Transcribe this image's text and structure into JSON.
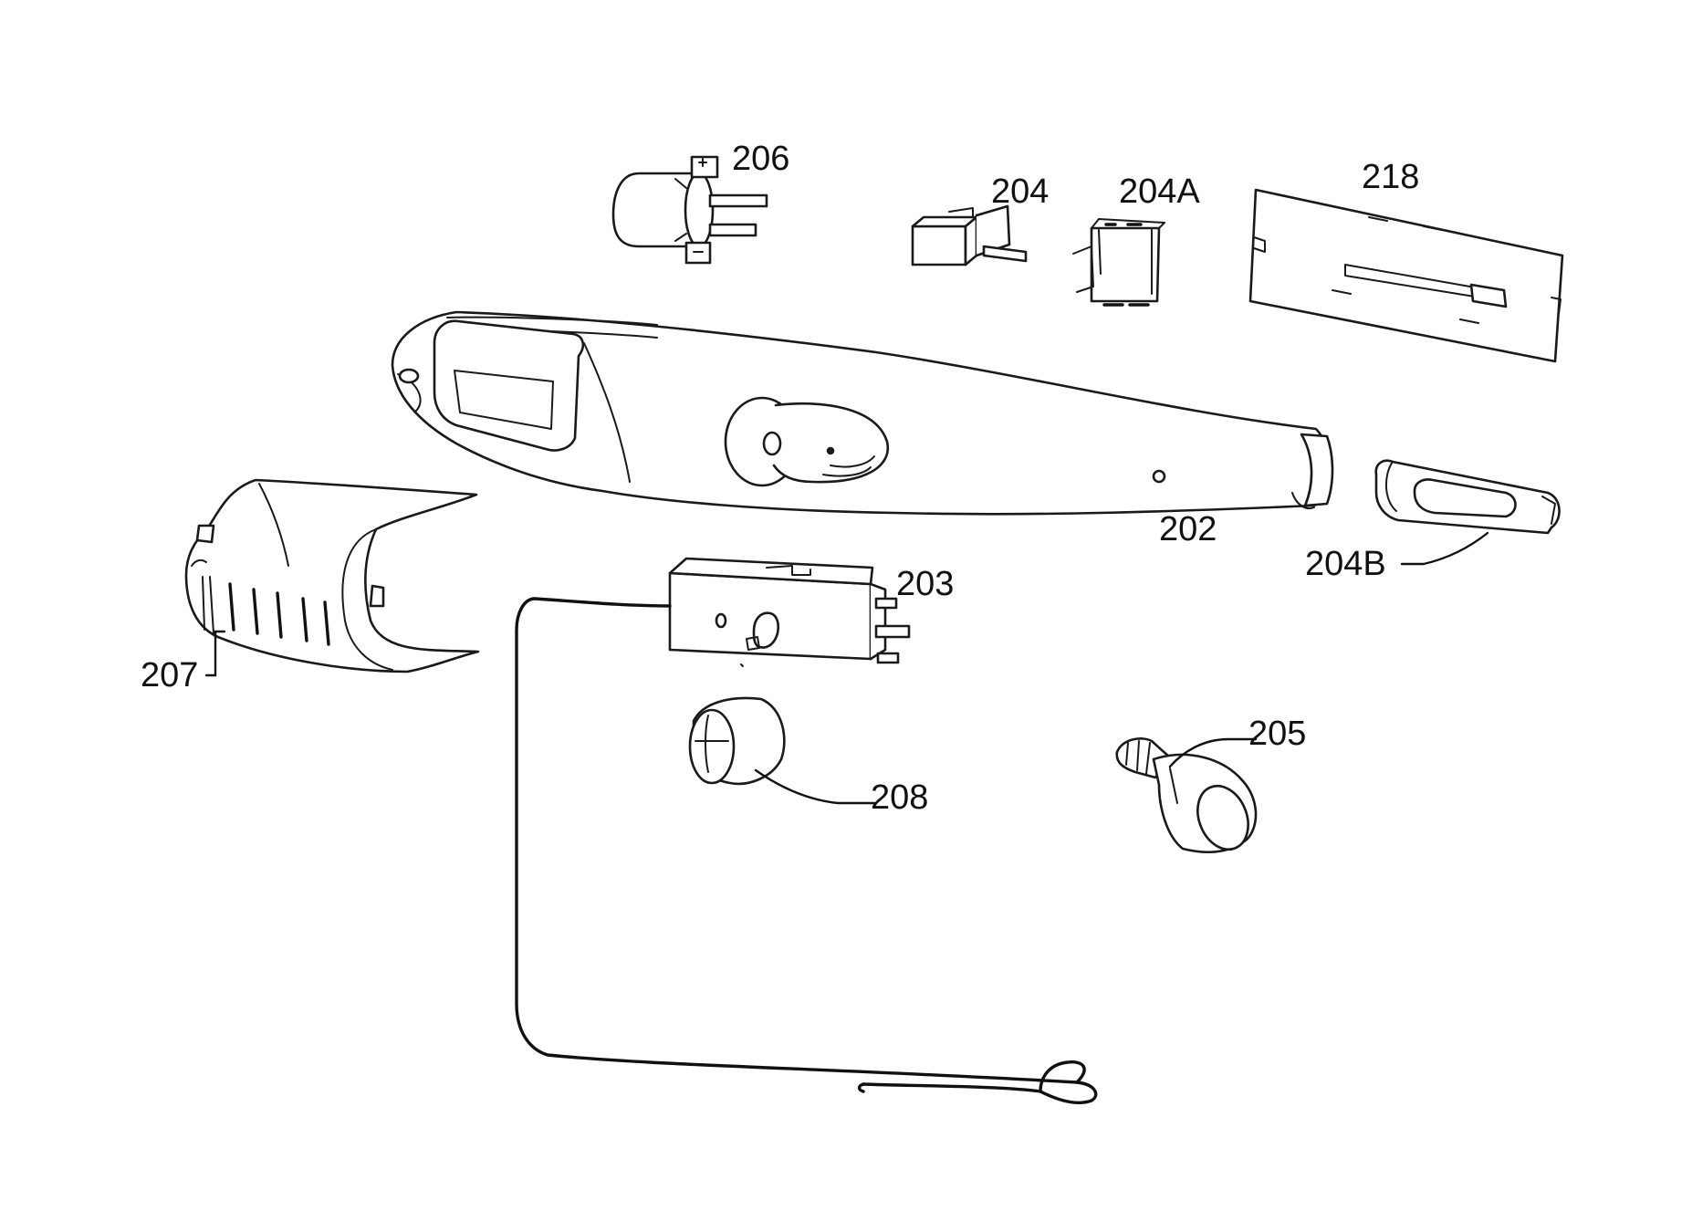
{
  "callouts": {
    "c202": "202",
    "c203": "203",
    "c204": "204",
    "c204a": "204A",
    "c204b": "204B",
    "c205": "205",
    "c206": "206",
    "c207": "207",
    "c208": "208",
    "c218": "218"
  },
  "colors": {
    "line": "#1a1a1a",
    "background": "#ffffff"
  }
}
